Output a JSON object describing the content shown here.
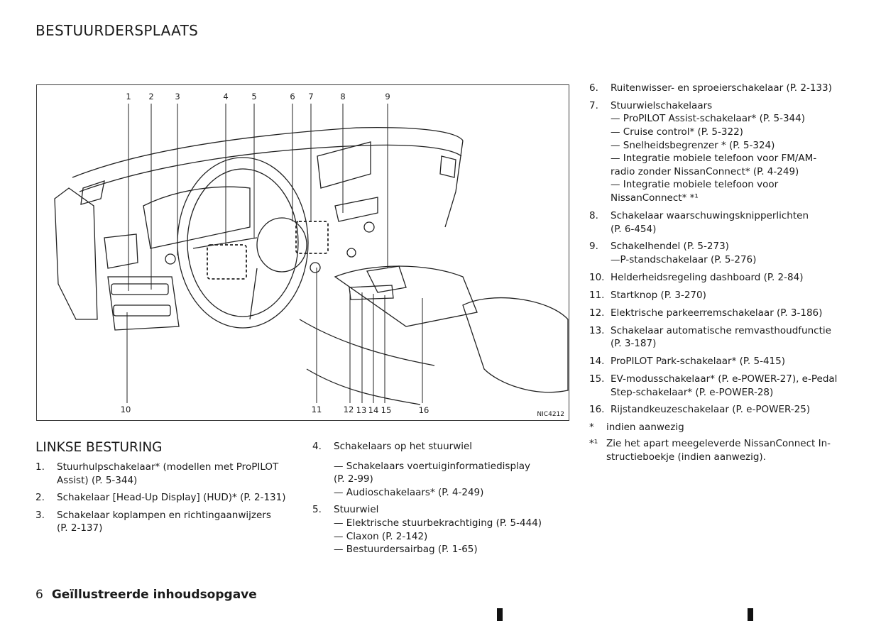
{
  "page_title": "BESTUURDERSPLAATS",
  "figure": {
    "code": "NIC4212",
    "callouts_top": [
      "1",
      "2",
      "3",
      "4",
      "5",
      "6",
      "7",
      "8",
      "9"
    ],
    "callouts_bottom": [
      "10",
      "11",
      "12",
      "13",
      "14",
      "15",
      "16"
    ]
  },
  "section_title": "LINKSE BESTURING",
  "col1": [
    {
      "n": "1.",
      "lines": [
        "Stuurhulpschakelaar* (modellen met ProPILOT",
        "Assist) (P. 5-344)"
      ]
    },
    {
      "n": "2.",
      "lines": [
        "Schakelaar [Head-Up Display] (HUD)* (P. 2-131)"
      ]
    },
    {
      "n": "3.",
      "lines": [
        "Schakelaar koplampen en richtingaanwijzers",
        "(P. 2-137)"
      ]
    }
  ],
  "col2": [
    {
      "n": "4.",
      "lines": [
        "Schakelaars op het stuurwiel"
      ],
      "extra": [
        "— Schakelaars voertuiginformatiedisplay",
        "(P. 2-99)",
        "— Audioschakelaars* (P. 4-249)"
      ]
    },
    {
      "n": "5.",
      "lines": [
        "Stuurwiel",
        "— Elektrische stuurbekrachtiging (P. 5-444)",
        "— Claxon (P. 2-142)",
        "— Bestuurdersairbag (P. 1-65)"
      ]
    }
  ],
  "col3": [
    {
      "n": "6.",
      "lines": [
        "Ruitenwisser- en sproeierschakelaar (P. 2-133)"
      ]
    },
    {
      "n": "7.",
      "lines": [
        "Stuurwielschakelaars",
        "— ProPILOT Assist-schakelaar* (P. 5-344)",
        "— Cruise control* (P. 5-322)",
        "— Snelheidsbegrenzer * (P. 5-324)",
        "— Integratie mobiele telefoon voor FM/AM-",
        "radio zonder NissanConnect* (P. 4-249)",
        "— Integratie mobiele telefoon voor",
        "NissanConnect* *¹"
      ]
    },
    {
      "n": "8.",
      "lines": [
        "Schakelaar waarschuwingsknipperlichten",
        "(P. 6-454)"
      ]
    },
    {
      "n": "9.",
      "lines": [
        "Schakelhendel (P. 5-273)",
        "—P-standschakelaar (P. 5-276)"
      ]
    },
    {
      "n": "10.",
      "lines": [
        "Helderheidsregeling dashboard (P. 2-84)"
      ]
    },
    {
      "n": "11.",
      "lines": [
        "Startknop (P. 3-270)"
      ]
    },
    {
      "n": "12.",
      "lines": [
        "Elektrische parkeerremschakelaar (P. 3-186)"
      ]
    },
    {
      "n": "13.",
      "lines": [
        "Schakelaar automatische remvasthoudfunctie",
        "(P. 3-187)"
      ]
    },
    {
      "n": "14.",
      "lines": [
        "ProPILOT Park-schakelaar* (P. 5-415)"
      ]
    },
    {
      "n": "15.",
      "lines": [
        "EV-modusschakelaar* (P. e-POWER-27), e-Pedal",
        "Step-schakelaar* (P. e-POWER-28)"
      ]
    },
    {
      "n": "16.",
      "lines": [
        "Rijstandkeuzeschakelaar (P. e-POWER-25)"
      ]
    }
  ],
  "notes": [
    {
      "n": "*",
      "lines": [
        "indien aanwezig"
      ]
    },
    {
      "n": "*¹",
      "lines": [
        "Zie het apart meegeleverde NissanConnect In-",
        "structieboekje (indien aanwezig)."
      ]
    }
  ],
  "footer": {
    "page_number": "6",
    "title": "Geïllustreerde inhoudsopgave"
  }
}
